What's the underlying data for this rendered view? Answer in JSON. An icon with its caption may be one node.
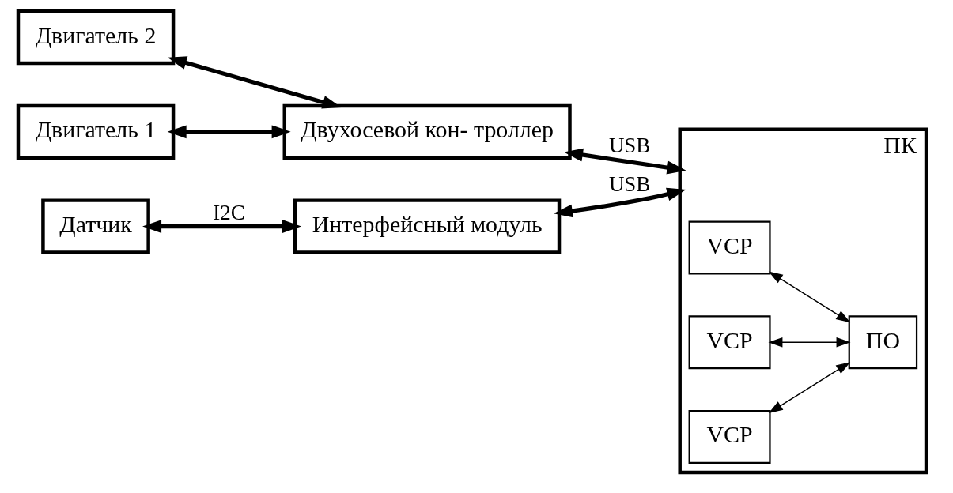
{
  "diagram": {
    "nodes": [
      {
        "text": [
          "Двигатель 1"
        ]
      },
      {
        "text": [
          "Двигатель 2"
        ]
      },
      {
        "text": [
          "Двухосевой кон- троллер"
        ]
      },
      {
        "text": [
          "ПК"
        ]
      },
      {
        "text": [
          "VCP"
        ],
        "in": 3
      },
      {
        "text": [
          "VCP"
        ],
        "in": 3
      },
      {
        "text": [
          "ПО"
        ],
        "in": 3
      },
      {
        "text": [
          "VCP"
        ],
        "in": 3
      },
      {
        "text": [
          "Датчик"
        ]
      },
      {
        "text": [
          "Интерфейсный модуль"
        ]
      }
    ],
    "edges": [
      {
        "from": 2,
        "to": 0,
        "arrow": "both"
      },
      {
        "from": 2,
        "to": 1,
        "arrow": "both"
      },
      {
        "from": 2,
        "to": 3,
        "arrow": "both",
        "label": "USB"
      },
      {
        "from": 4,
        "to": 6,
        "arrow": "both"
      },
      {
        "from": 5,
        "to": 6,
        "arrow": "both"
      },
      {
        "from": 7,
        "to": 6,
        "arrow": "both"
      },
      {
        "from": 9,
        "to": 3,
        "arrow": "both",
        "label": "USB"
      },
      {
        "from": 8,
        "to": 9,
        "arrow": "both",
        "label": "I2C"
      }
    ]
  }
}
